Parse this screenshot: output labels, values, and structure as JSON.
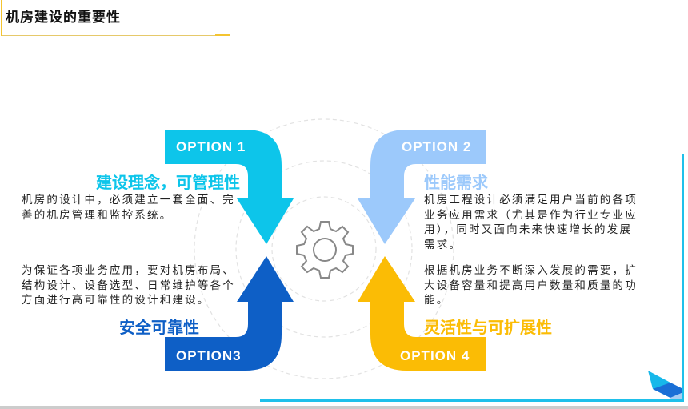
{
  "header": {
    "title": "机房建设的重要性"
  },
  "options": [
    {
      "label": "OPTION 1",
      "heading": "建设理念，可管理性",
      "color": "#0dc5ea",
      "paragraphs": [
        [
          "机房的设计中，必须建立一套全面、完",
          "善的机房管理和监控系统。"
        ]
      ]
    },
    {
      "label": "OPTION 2",
      "heading": "性能需求",
      "color": "#9cc9fb",
      "paragraphs": [
        [
          "机房工程设计必须满足用户当前的各项",
          "业务应用需求（尤其是作为行业专业应",
          "用），同时又面向未来快速增长的发展",
          "需求。"
        ]
      ]
    },
    {
      "label": "OPTION3",
      "heading": "安全可靠性",
      "color": "#0e5fc6",
      "paragraphs": [
        [
          "为保证各项业务应用，要对机房布局、",
          "结构设计、设备选型、日常维护等各个",
          "方面进行高可靠性的设计和建设。"
        ]
      ]
    },
    {
      "label": "OPTION 4",
      "heading": "灵活性与可扩展性",
      "color": "#fbbc05",
      "paragraphs": [
        [
          "根据机房业务不断深入发展的需要，扩",
          "大设备容量和提高用户数量和质量的功",
          "能。"
        ]
      ]
    }
  ],
  "colors": {
    "accent": "#f4c430",
    "frame": "#1fc0ea",
    "gear": "#888888"
  }
}
